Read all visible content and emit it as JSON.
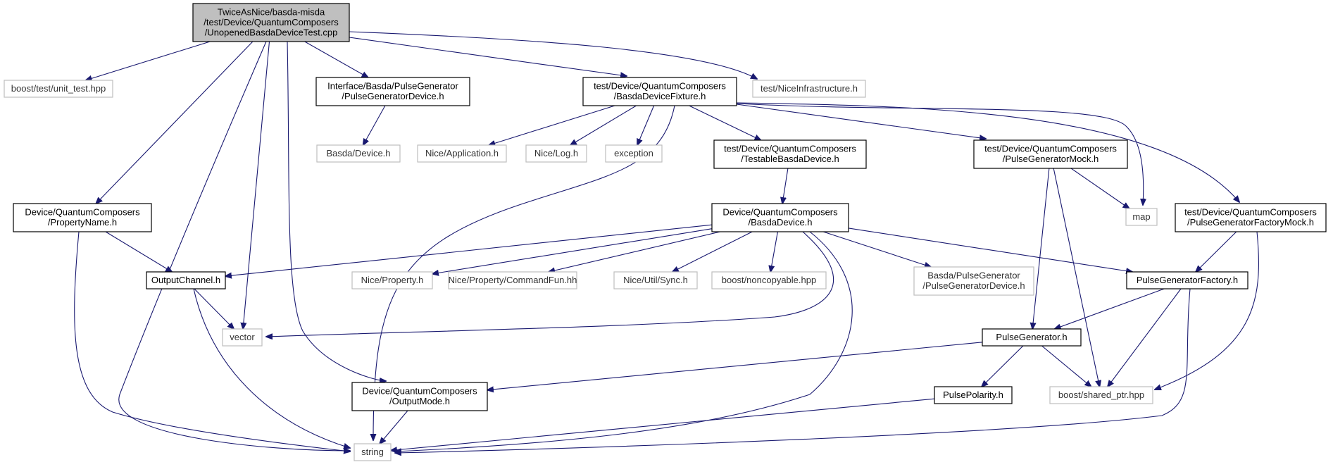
{
  "graph": {
    "nodes": [
      {
        "id": "root",
        "lines": [
          "TwiceAsNice/basda-misda",
          "/test/Device/QuantumComposers",
          "/UnopenedBasdaDeviceTest.cpp"
        ],
        "kind": "root"
      },
      {
        "id": "unit_test",
        "lines": [
          "boost/test/unit_test.hpp"
        ],
        "kind": "ext"
      },
      {
        "id": "pgd_iface",
        "lines": [
          "Interface/Basda/PulseGenerator",
          "/PulseGeneratorDevice.h"
        ],
        "kind": "doc"
      },
      {
        "id": "fixture",
        "lines": [
          "test/Device/QuantumComposers",
          "/BasdaDeviceFixture.h"
        ],
        "kind": "doc"
      },
      {
        "id": "nice_infra",
        "lines": [
          "test/NiceInfrastructure.h"
        ],
        "kind": "ext"
      },
      {
        "id": "basda_device",
        "lines": [
          "Basda/Device.h"
        ],
        "kind": "ext"
      },
      {
        "id": "nice_app",
        "lines": [
          "Nice/Application.h"
        ],
        "kind": "ext"
      },
      {
        "id": "nice_log",
        "lines": [
          "Nice/Log.h"
        ],
        "kind": "ext"
      },
      {
        "id": "exception",
        "lines": [
          "exception"
        ],
        "kind": "ext"
      },
      {
        "id": "testable",
        "lines": [
          "test/Device/QuantumComposers",
          "/TestableBasdaDevice.h"
        ],
        "kind": "doc"
      },
      {
        "id": "pg_mock",
        "lines": [
          "test/Device/QuantumComposers",
          "/PulseGeneratorMock.h"
        ],
        "kind": "doc"
      },
      {
        "id": "map",
        "lines": [
          "map"
        ],
        "kind": "ext"
      },
      {
        "id": "pgf_mock",
        "lines": [
          "test/Device/QuantumComposers",
          "/PulseGeneratorFactoryMock.h"
        ],
        "kind": "doc"
      },
      {
        "id": "prop_name",
        "lines": [
          "Device/QuantumComposers",
          "/PropertyName.h"
        ],
        "kind": "doc"
      },
      {
        "id": "qc_basda",
        "lines": [
          "Device/QuantumComposers",
          "/BasdaDevice.h"
        ],
        "kind": "doc"
      },
      {
        "id": "output_channel",
        "lines": [
          "OutputChannel.h"
        ],
        "kind": "doc"
      },
      {
        "id": "nice_prop",
        "lines": [
          "Nice/Property.h"
        ],
        "kind": "ext"
      },
      {
        "id": "nice_cmd",
        "lines": [
          "Nice/Property/CommandFun.hh"
        ],
        "kind": "ext"
      },
      {
        "id": "nice_sync",
        "lines": [
          "Nice/Util/Sync.h"
        ],
        "kind": "ext"
      },
      {
        "id": "noncopyable",
        "lines": [
          "boost/noncopyable.hpp"
        ],
        "kind": "ext"
      },
      {
        "id": "basda_pgd",
        "lines": [
          "Basda/PulseGenerator",
          "/PulseGeneratorDevice.h"
        ],
        "kind": "ext"
      },
      {
        "id": "pg_factory",
        "lines": [
          "PulseGeneratorFactory.h"
        ],
        "kind": "doc"
      },
      {
        "id": "vector",
        "lines": [
          "vector"
        ],
        "kind": "ext"
      },
      {
        "id": "pulse_gen",
        "lines": [
          "PulseGenerator.h"
        ],
        "kind": "doc"
      },
      {
        "id": "output_mode",
        "lines": [
          "Device/QuantumComposers",
          "/OutputMode.h"
        ],
        "kind": "doc"
      },
      {
        "id": "pulse_pol",
        "lines": [
          "PulsePolarity.h"
        ],
        "kind": "doc"
      },
      {
        "id": "shared_ptr",
        "lines": [
          "boost/shared_ptr.hpp"
        ],
        "kind": "ext"
      },
      {
        "id": "string",
        "lines": [
          "string"
        ],
        "kind": "ext"
      }
    ],
    "edges": [
      [
        "root",
        "unit_test"
      ],
      [
        "root",
        "pgd_iface"
      ],
      [
        "root",
        "fixture"
      ],
      [
        "root",
        "nice_infra"
      ],
      [
        "root",
        "prop_name"
      ],
      [
        "root",
        "string"
      ],
      [
        "root",
        "vector"
      ],
      [
        "root",
        "output_mode"
      ],
      [
        "pgd_iface",
        "basda_device"
      ],
      [
        "fixture",
        "nice_app"
      ],
      [
        "fixture",
        "nice_log"
      ],
      [
        "fixture",
        "exception"
      ],
      [
        "fixture",
        "testable"
      ],
      [
        "fixture",
        "pg_mock"
      ],
      [
        "fixture",
        "map"
      ],
      [
        "fixture",
        "pgf_mock"
      ],
      [
        "fixture",
        "string"
      ],
      [
        "testable",
        "qc_basda"
      ],
      [
        "pg_mock",
        "map"
      ],
      [
        "pg_mock",
        "pulse_gen"
      ],
      [
        "pg_mock",
        "shared_ptr"
      ],
      [
        "pgf_mock",
        "pg_factory"
      ],
      [
        "pgf_mock",
        "shared_ptr"
      ],
      [
        "prop_name",
        "output_channel"
      ],
      [
        "prop_name",
        "string"
      ],
      [
        "qc_basda",
        "output_channel"
      ],
      [
        "qc_basda",
        "nice_prop"
      ],
      [
        "qc_basda",
        "nice_cmd"
      ],
      [
        "qc_basda",
        "nice_sync"
      ],
      [
        "qc_basda",
        "noncopyable"
      ],
      [
        "qc_basda",
        "basda_pgd"
      ],
      [
        "qc_basda",
        "pg_factory"
      ],
      [
        "qc_basda",
        "vector"
      ],
      [
        "qc_basda",
        "string"
      ],
      [
        "output_channel",
        "vector"
      ],
      [
        "output_channel",
        "string"
      ],
      [
        "pg_factory",
        "pulse_gen"
      ],
      [
        "pg_factory",
        "shared_ptr"
      ],
      [
        "pg_factory",
        "string"
      ],
      [
        "pulse_gen",
        "output_mode"
      ],
      [
        "pulse_gen",
        "pulse_pol"
      ],
      [
        "pulse_gen",
        "shared_ptr"
      ],
      [
        "output_mode",
        "string"
      ],
      [
        "pulse_pol",
        "string"
      ]
    ]
  }
}
